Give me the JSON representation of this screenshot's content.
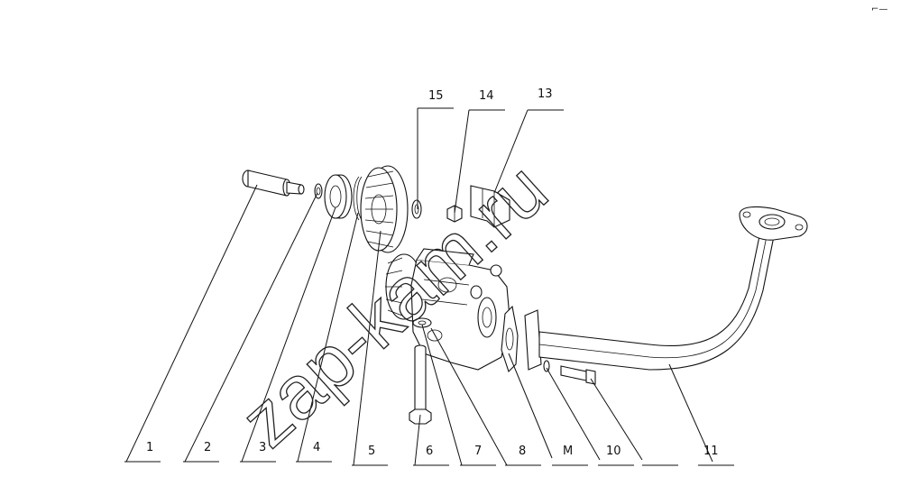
{
  "diagram": {
    "callouts": [
      {
        "id": "c1",
        "text": "1"
      },
      {
        "id": "c2",
        "text": "2"
      },
      {
        "id": "c3",
        "text": "3"
      },
      {
        "id": "c4",
        "text": "4"
      },
      {
        "id": "c5",
        "text": "5"
      },
      {
        "id": "c6",
        "text": "6"
      },
      {
        "id": "c7",
        "text": "7"
      },
      {
        "id": "c8",
        "text": "8"
      },
      {
        "id": "c9",
        "text": "M"
      },
      {
        "id": "c10",
        "text": "10"
      },
      {
        "id": "c11",
        "text": "11"
      },
      {
        "id": "c13",
        "text": "13"
      },
      {
        "id": "c14",
        "text": "14"
      },
      {
        "id": "c15",
        "text": "15"
      }
    ],
    "watermark": "zap-kam.ru",
    "corner_mark": "⌐—"
  }
}
